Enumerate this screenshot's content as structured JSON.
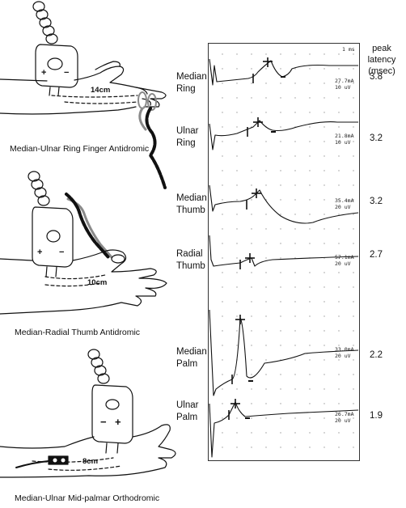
{
  "figure": {
    "header": {
      "line1": "peak latency",
      "line2": "(msec)"
    },
    "panel_scale_label": "1 ms",
    "colors": {
      "ink": "#111111",
      "grid_dot": "#9a9a9a",
      "grey_wire": "#8a8a8a"
    },
    "setups": [
      {
        "caption": "Median-Ulnar Ring Finger Antidromic",
        "distance": "14cm",
        "anode": "+",
        "cathode": "−"
      },
      {
        "caption": "Median-Radial Thumb Antidromic",
        "distance": "10cm",
        "anode": "+",
        "cathode": "−"
      },
      {
        "caption": "Median-Ulnar Mid-palmar Orthodromic",
        "distance": "8cm",
        "anode": "+",
        "cathode": "−"
      }
    ],
    "traces": [
      {
        "name_line1": "Median",
        "name_line2": "Ring",
        "latency": "3.8",
        "readout1": "27.7mA",
        "readout2": "10 uV"
      },
      {
        "name_line1": "Ulnar",
        "name_line2": "Ring",
        "latency": "3.2",
        "readout1": "21.8mA",
        "readout2": "10 uV"
      },
      {
        "name_line1": "Median",
        "name_line2": "Thumb",
        "latency": "3.2",
        "readout1": "35.4mA",
        "readout2": "20 uV"
      },
      {
        "name_line1": "Radial",
        "name_line2": "Thumb",
        "latency": "2.7",
        "readout1": "57.1mA",
        "readout2": "20 uV"
      },
      {
        "name_line1": "Median",
        "name_line2": "Palm",
        "latency": "2.2",
        "readout1": "33.0mA",
        "readout2": "20 uV"
      },
      {
        "name_line1": "Ulnar",
        "name_line2": "Palm",
        "latency": "1.9",
        "readout1": "26.7mA",
        "readout2": "20 uV"
      }
    ]
  }
}
